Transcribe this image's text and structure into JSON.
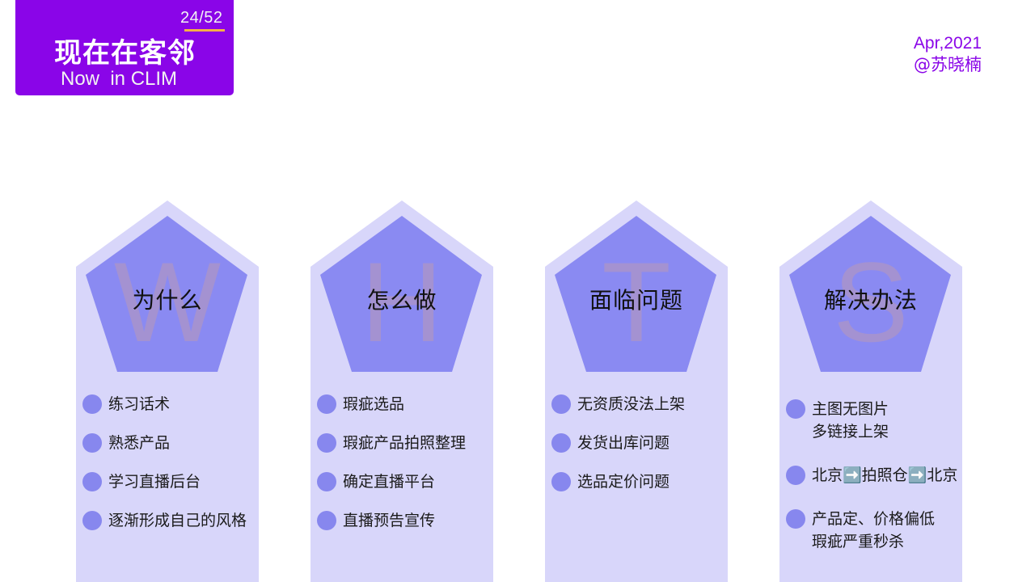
{
  "header": {
    "page_counter": "24/52",
    "title": "现在在客邻",
    "subtitle": "Now  in CLIM"
  },
  "meta": {
    "date": "Apr,2021",
    "author": "@苏晓楠"
  },
  "colors": {
    "brand": "#8a05e8",
    "accent_underline": "#f4b046",
    "column_bg": "#d8d6fa",
    "pentagon": "#8a8af2",
    "dot": "#8787ee"
  },
  "columns": [
    {
      "letter": "W",
      "heading": "为什么",
      "items": [
        "练习话术",
        "熟悉产品",
        "学习直播后台",
        "逐渐形成自己的风格"
      ]
    },
    {
      "letter": "H",
      "heading": "怎么做",
      "items": [
        "瑕疵选品",
        "瑕疵产品拍照整理",
        "确定直播平台",
        "直播预告宣传"
      ]
    },
    {
      "letter": "T",
      "heading": "面临问题",
      "items": [
        "无资质没法上架",
        "发货出库问题",
        "选品定价问题"
      ]
    },
    {
      "letter": "S",
      "heading": "解决办法",
      "items": [
        "主图无图片\n多链接上架",
        "北京➡️拍照仓➡️北京",
        "产品定、价格偏低\n瑕疵严重秒杀"
      ]
    }
  ]
}
